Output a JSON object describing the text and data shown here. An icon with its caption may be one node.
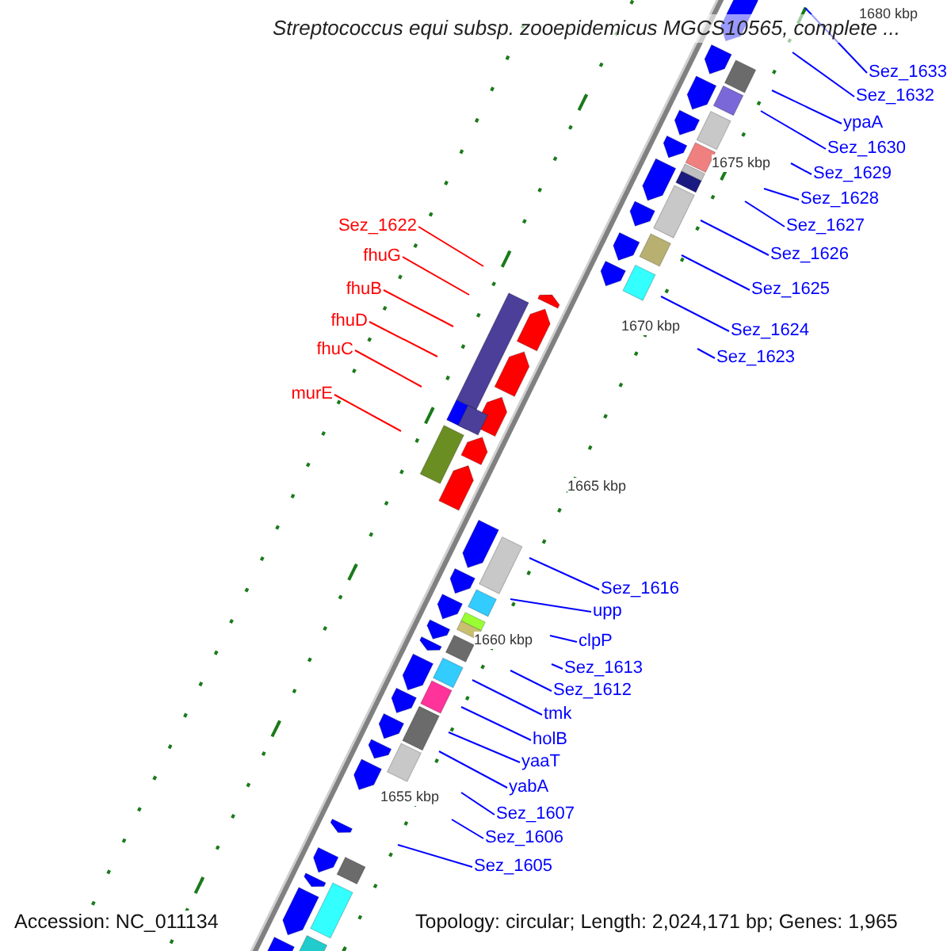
{
  "diagram": {
    "title": "Streptococcus equi subsp. zooepidemicus MGCS10565, complete ...",
    "nodes": [
      {
        "text": [
          "Sez_1633"
        ]
      },
      {
        "text": [
          "Sez_1632"
        ]
      },
      {
        "text": [
          "ypaA"
        ]
      },
      {
        "text": [
          "Sez_1630"
        ]
      },
      {
        "text": [
          "Sez_1629"
        ]
      },
      {
        "text": [
          "Sez_1628"
        ]
      },
      {
        "text": [
          "Sez_1627"
        ]
      },
      {
        "text": [
          "Sez_1626"
        ]
      },
      {
        "text": [
          "Sez_1625"
        ]
      },
      {
        "text": [
          "Sez_1624"
        ]
      },
      {
        "text": [
          "Sez_1623"
        ]
      },
      {
        "text": [
          "Sez_1622"
        ]
      },
      {
        "text": [
          "fhuG"
        ]
      },
      {
        "text": [
          "fhuB"
        ]
      },
      {
        "text": [
          "fhuD"
        ]
      },
      {
        "text": [
          "fhuC"
        ]
      },
      {
        "text": [
          "murE"
        ]
      },
      {
        "text": [
          "Sez_1616"
        ]
      },
      {
        "text": [
          "upp"
        ]
      },
      {
        "text": [
          "clpP"
        ]
      },
      {
        "text": [
          "Sez_1613"
        ]
      },
      {
        "text": [
          "Sez_1612"
        ]
      },
      {
        "text": [
          "tmk"
        ]
      },
      {
        "text": [
          "holB"
        ]
      },
      {
        "text": [
          "yaaT"
        ]
      },
      {
        "text": [
          "yabA"
        ]
      },
      {
        "text": [
          "Sez_1607"
        ]
      },
      {
        "text": [
          "Sez_1606"
        ]
      },
      {
        "text": [
          "Sez_1605"
        ]
      }
    ],
    "edges": [
      {
        "from": 0,
        "to": null,
        "arrow": "none"
      },
      {
        "from": 1,
        "to": null,
        "arrow": "none"
      },
      {
        "from": 2,
        "to": null,
        "arrow": "none"
      },
      {
        "from": 3,
        "to": null,
        "arrow": "none"
      },
      {
        "from": 4,
        "to": null,
        "arrow": "none"
      },
      {
        "from": 5,
        "to": null,
        "arrow": "none"
      },
      {
        "from": 6,
        "to": null,
        "arrow": "none"
      },
      {
        "from": 7,
        "to": null,
        "arrow": "none"
      },
      {
        "from": 8,
        "to": null,
        "arrow": "none"
      },
      {
        "from": 9,
        "to": null,
        "arrow": "none"
      },
      {
        "from": 10,
        "to": null,
        "arrow": "none"
      },
      {
        "from": 11,
        "to": null,
        "arrow": "none",
        "color": "#ff0000"
      },
      {
        "from": 12,
        "to": null,
        "arrow": "none",
        "color": "#ff0000"
      },
      {
        "from": 13,
        "to": null,
        "arrow": "none",
        "color": "#ff0000"
      },
      {
        "from": 14,
        "to": null,
        "arrow": "none",
        "color": "#ff0000"
      },
      {
        "from": 15,
        "to": null,
        "arrow": "none",
        "color": "#ff0000"
      },
      {
        "from": 16,
        "to": null,
        "arrow": "none",
        "color": "#ff0000"
      },
      {
        "from": 17,
        "to": null,
        "arrow": "none"
      },
      {
        "from": 18,
        "to": null,
        "arrow": "none"
      },
      {
        "from": 19,
        "to": null,
        "arrow": "none"
      },
      {
        "from": 20,
        "to": null,
        "arrow": "none"
      },
      {
        "from": 21,
        "to": null,
        "arrow": "none"
      },
      {
        "from": 22,
        "to": null,
        "arrow": "none"
      },
      {
        "from": 23,
        "to": null,
        "arrow": "none"
      },
      {
        "from": 24,
        "to": null,
        "arrow": "none"
      },
      {
        "from": 25,
        "to": null,
        "arrow": "none"
      },
      {
        "from": 26,
        "to": null,
        "arrow": "none"
      },
      {
        "from": 27,
        "to": null,
        "arrow": "none"
      },
      {
        "from": 28,
        "to": null,
        "arrow": "none"
      }
    ],
    "labels": [
      "1680 kbp",
      "1675 kbp",
      "1670 kbp",
      "1665 kbp",
      "1660 kbp",
      "1655 kbp",
      "Accession: NC_011134",
      "Topology: circular; Length: 2,024,171 bp; Genes: 1,965"
    ]
  }
}
